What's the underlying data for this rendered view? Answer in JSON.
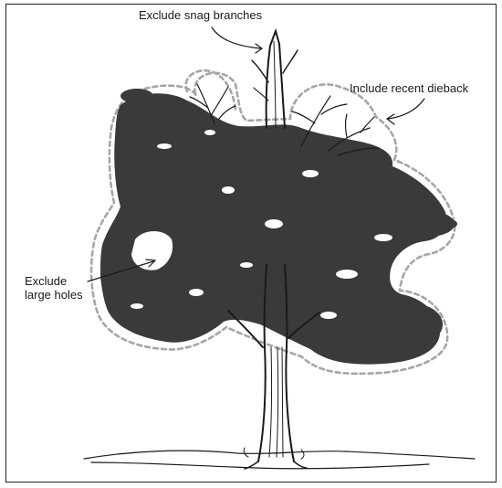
{
  "annotations": {
    "snag": "Exclude snag branches",
    "dieback": "Include recent dieback",
    "holes_line1": "Exclude",
    "holes_line2": "large holes"
  },
  "colors": {
    "foliage": "#3a3a3a",
    "outline": "#a6a6a6",
    "ink": "#1a1a1a"
  }
}
